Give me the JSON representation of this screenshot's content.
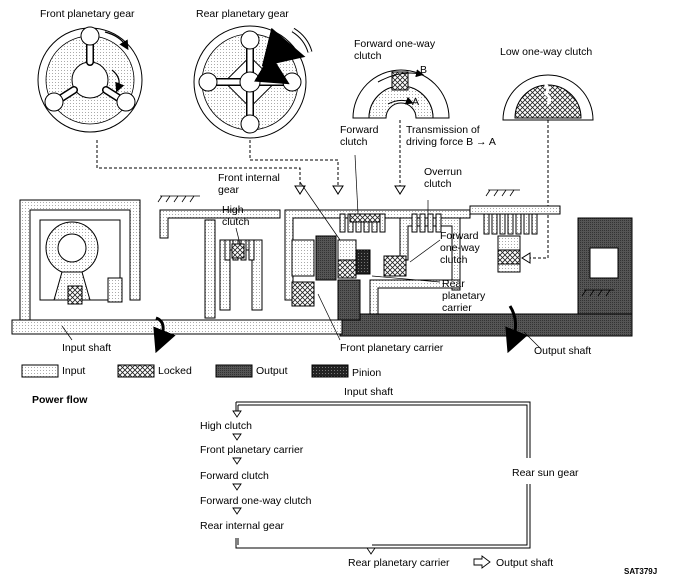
{
  "labels": {
    "front_planetary_gear": "Front planetary gear",
    "rear_planetary_gear": "Rear planetary gear",
    "forward_one_way_clutch": "Forward one-way clutch",
    "low_one_way_clutch": "Low one-way clutch",
    "forward_clutch": "Forward clutch",
    "transmission_of_driving_force": "Transmission of driving force B → A",
    "front_internal_gear": "Front internal gear",
    "overrun_clutch": "Overrun clutch",
    "high_clutch": "High clutch",
    "forward_one_way_clutch_2": "Forward one-way clutch",
    "rear_planetary_carrier": "Rear planetary carrier",
    "input_shaft": "Input shaft",
    "front_planetary_carrier": "Front planetary carrier",
    "output_shaft": "Output shaft",
    "point_a": "A",
    "point_b": "B"
  },
  "legend": [
    {
      "label": "Input",
      "pattern": "input"
    },
    {
      "label": "Locked",
      "pattern": "locked"
    },
    {
      "label": "Output",
      "pattern": "output"
    },
    {
      "label": "Pinion",
      "pattern": "pinion"
    }
  ],
  "power_flow": {
    "title": "Power flow",
    "start": "Input shaft",
    "left_path": [
      "High clutch",
      "Front planetary carrier",
      "Forward clutch",
      "Forward one-way clutch",
      "Rear internal gear"
    ],
    "right_path": [
      "Rear sun gear"
    ],
    "end": "Rear planetary carrier",
    "result": "Output shaft"
  },
  "figure_code": "SAT379J"
}
